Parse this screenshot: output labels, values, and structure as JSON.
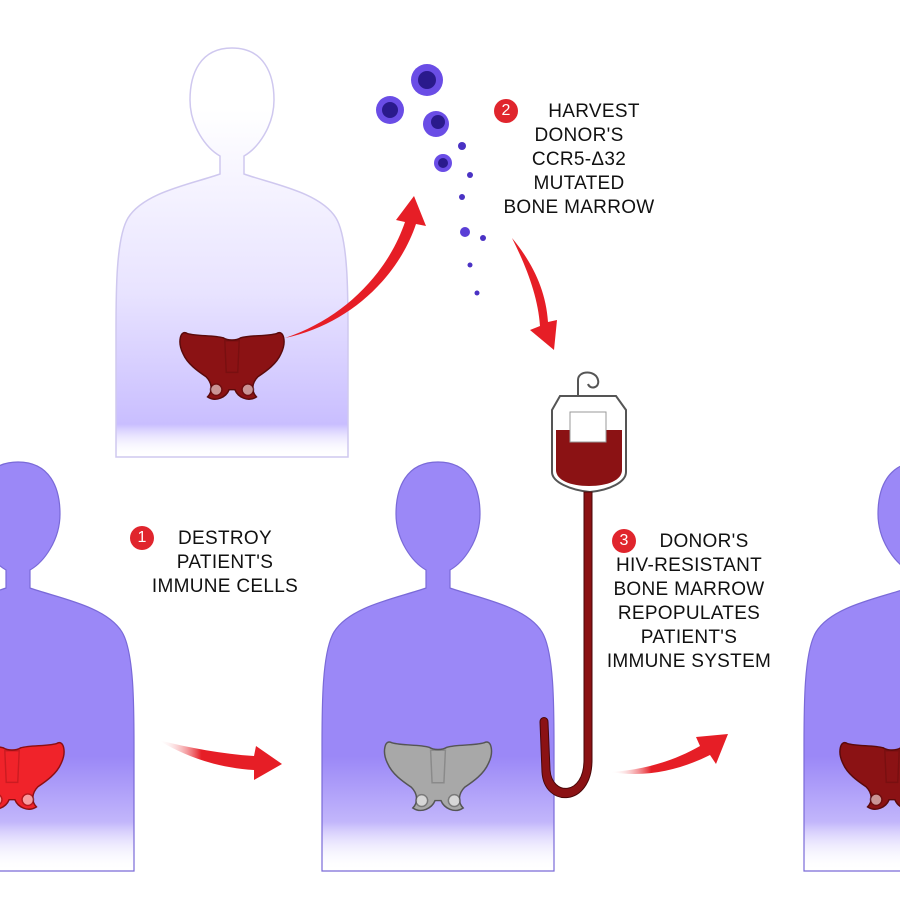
{
  "steps": [
    {
      "number": "1",
      "lines": [
        "DESTROY",
        "PATIENT'S",
        "IMMUNE CELLS"
      ]
    },
    {
      "number": "2",
      "lines": [
        "HARVEST",
        "DONOR'S",
        "CCR5-Δ32",
        "MUTATED",
        "BONE MARROW"
      ]
    },
    {
      "number": "3",
      "lines": [
        "DONOR'S",
        "HIV-RESISTANT",
        "BONE MARROW",
        "REPOPULATES",
        "PATIENT'S",
        "IMMUNE SYSTEM"
      ]
    }
  ],
  "colors": {
    "body_donor": "#d9d3ff",
    "body_patient": "#9b88f7",
    "pelvis_donor": "#8b1214",
    "pelvis_diseased": "#f0232a",
    "pelvis_destroyed": "#a8a8a8",
    "arrow": "#e61e26",
    "marrow_cell": "#6a4de6",
    "marrow_nucleus": "#2a1a8c",
    "blood": "#8b1214",
    "badge": "#e0252d"
  }
}
